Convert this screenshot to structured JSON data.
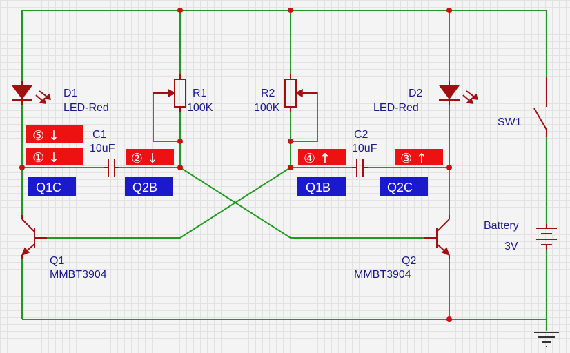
{
  "components": {
    "d1": {
      "ref": "D1",
      "value": "LED-Red"
    },
    "d2": {
      "ref": "D2",
      "value": "LED-Red"
    },
    "r1": {
      "ref": "R1",
      "value": "100K"
    },
    "r2": {
      "ref": "R2",
      "value": "100K"
    },
    "c1": {
      "ref": "C1",
      "value": "10uF"
    },
    "c2": {
      "ref": "C2",
      "value": "10uF"
    },
    "q1": {
      "ref": "Q1",
      "value": "MMBT3904"
    },
    "q2": {
      "ref": "Q2",
      "value": "MMBT3904"
    },
    "sw1": {
      "ref": "SW1"
    },
    "battery": {
      "ref": "Battery",
      "value": "3V"
    }
  },
  "annotations": {
    "step5": "⑤ ↓",
    "step1": "① ↓",
    "step2": "② ↓",
    "step4": "④ ↑",
    "step3": "③ ↑"
  },
  "nodes": {
    "q1c": "Q1C",
    "q2b": "Q2B",
    "q1b": "Q1B",
    "q2c": "Q2C"
  },
  "colors": {
    "wire": "#1e9a1e",
    "component": "#a01010",
    "junction": "#cc1010",
    "annotation_bg": "#ee1111",
    "node_label_bg": "#1a1acc"
  }
}
